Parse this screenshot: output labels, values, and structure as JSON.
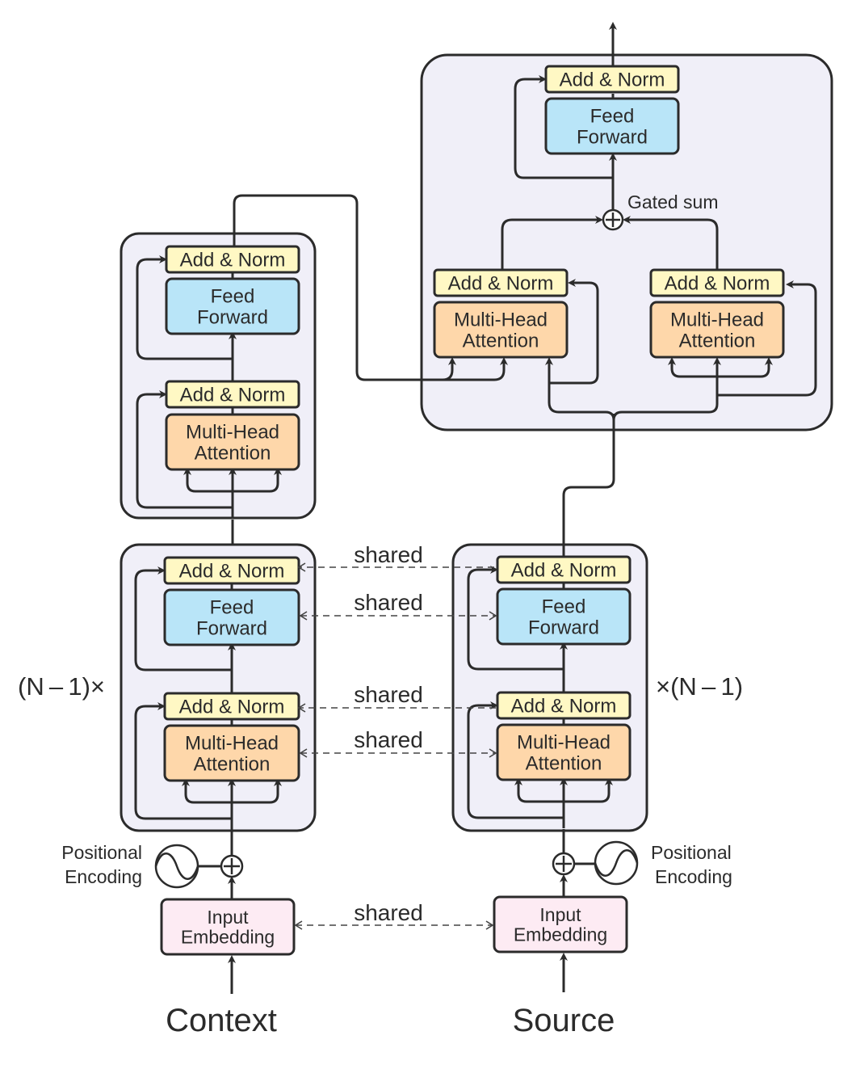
{
  "colors": {
    "add_norm": "#fff8c4",
    "feed_forward": "#b9e5f8",
    "attention": "#fed7aa",
    "embedding": "#fdebf3",
    "frame": "#f0eff8",
    "stroke": "#2b2b2b"
  },
  "labels": {
    "add_norm": "Add & Norm",
    "feed_forward": [
      "Feed",
      "Forward"
    ],
    "attention": [
      "Multi-Head",
      "Attention"
    ],
    "embedding": [
      "Input",
      "Embedding"
    ],
    "positional": [
      "Positional",
      "Encoding"
    ],
    "shared": "shared",
    "gated_sum": "Gated sum",
    "repeat_left": "(N – 1)×",
    "repeat_right": "×(N – 1)",
    "context": "Context",
    "source": "Source"
  },
  "inputs": [
    {
      "name": "context",
      "label": "Context"
    },
    {
      "name": "source",
      "label": "Source"
    }
  ],
  "shared_links": [
    "add-norm-top",
    "feed-forward",
    "add-norm-bottom",
    "multi-head-attention",
    "input-embedding"
  ],
  "icons": [
    "positional-encoding-icon",
    "sum-icon",
    "gated-sum-icon"
  ]
}
